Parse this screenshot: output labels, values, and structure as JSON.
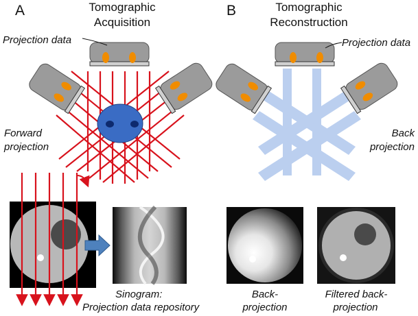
{
  "panel_a": {
    "letter": "A",
    "title_line1": "Tomographic",
    "title_line2": "Acquisition",
    "projection_label": "Projection data",
    "forward_line1": "Forward",
    "forward_line2": "projection",
    "sinogram_line1": "Sinogram:",
    "sinogram_line2": "Projection data repository"
  },
  "panel_b": {
    "letter": "B",
    "title_line1": "Tomographic",
    "title_line2": "Reconstruction",
    "projection_label": "Projection data",
    "back_line1": "Back",
    "back_line2": "projection",
    "bp_image_line1": "Back-",
    "bp_image_line2": "projection",
    "fbp_image_line1": "Filtered back-",
    "fbp_image_line2": "projection"
  },
  "colors": {
    "detector_gray": "#9b9b9b",
    "source_orange": "#f08c00",
    "ray_red": "#d8121c",
    "object_blue": "#3a6cc4",
    "beam_light_blue": "#8fb0e6",
    "arrow_blue": "#4e81bd"
  }
}
